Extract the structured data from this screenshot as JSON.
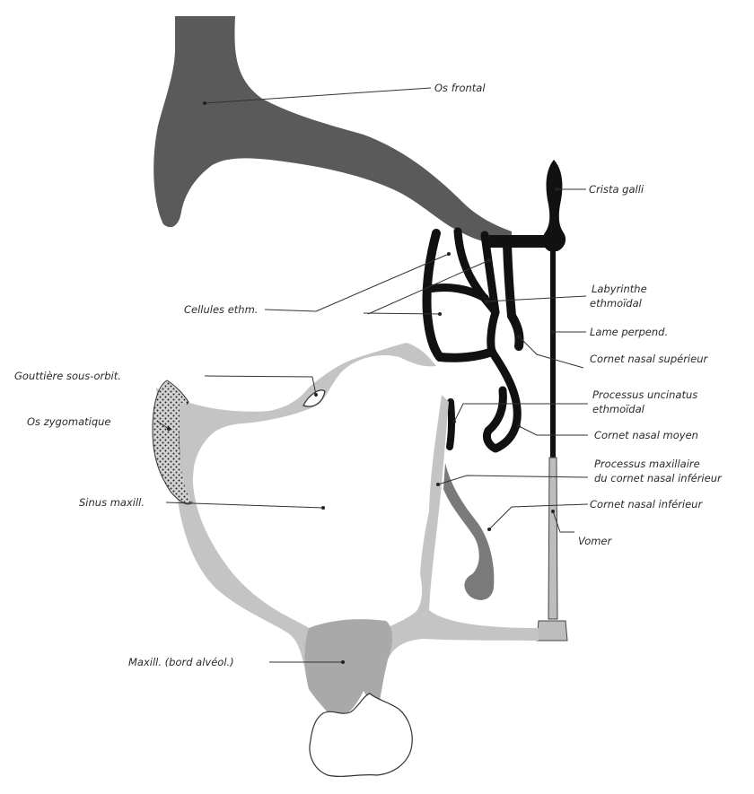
{
  "labels": {
    "os_frontal": "Os frontal",
    "crista_galli": "Crista galli",
    "cellules_ethm": "Cellules ethm.",
    "labyrinthe_1": "Labyrinthe",
    "labyrinthe_2": "ethmoïdal",
    "lame_perpend": "Lame perpend.",
    "cornet_superieur": "Cornet nasal supérieur",
    "gouttiere": "Gouttière sous-orbit.",
    "processus_uncinatus_1": "Processus uncinatus",
    "processus_uncinatus_2": "ethmoïdal",
    "os_zygomatique": "Os zygomatique",
    "cornet_moyen": "Cornet nasal moyen",
    "processus_maxillaire_1": "Processus maxillaire",
    "processus_maxillaire_2": "du cornet nasal inférieur",
    "sinus_maxill": "Sinus maxill.",
    "cornet_inferieur": "Cornet nasal inférieur",
    "vomer": "Vomer",
    "maxill_bord": "Maxill. (bord alvéol.)"
  },
  "colors": {
    "frontal_bone": "#5a5a5a",
    "ethmoid_bone": "#111111",
    "maxilla_light": "#c4c4c4",
    "maxilla_dark": "#a9a9a9",
    "inferior_concha": "#7a7a7a",
    "zygomatic_dots": "#d2d2d2"
  }
}
